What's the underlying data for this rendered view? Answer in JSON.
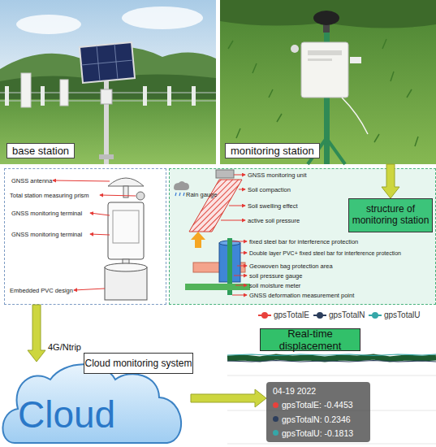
{
  "diagram": {
    "nodes": [
      {
        "text": [
          "base station"
        ]
      },
      {
        "text": [
          "monitoring station"
        ]
      },
      {
        "text": [
          "GNSS antenna",
          "Total station measuring prism",
          "GNSS monitoring terminal",
          "GNSS monitoring terminal",
          "Embedded PVC design"
        ]
      },
      {
        "text": [
          "GNSS monitoring unit",
          "Soil compaction",
          "Rain gauge",
          "Soil swelling effect",
          "active soil pressure",
          "fixed steel bar for interference protection",
          "Double layer PVC+ fixed steel bar for interference protection",
          "Geowoven bag protection area",
          "soil pressure gauge",
          "soil moisture meter",
          "GNSS deformation measurement point"
        ]
      },
      {
        "text": [
          "structure of monitoring station"
        ],
        "in": 3
      },
      {
        "text": [
          "Cloud monitoring system"
        ]
      },
      {
        "text": [
          "Cloud"
        ]
      },
      {
        "text": [
          "Real-time displacement"
        ]
      },
      {
        "text": [
          "04-19 2022",
          "gpsTotalE: -0.4453",
          "gpsTotalN: 0.2346",
          "gpsTotalU: -0.1813"
        ]
      }
    ],
    "edges": [
      {
        "from": 1,
        "to": 4,
        "arrow": "to"
      },
      {
        "from": 2,
        "to": 6,
        "label": "4G/Ntrip",
        "arrow": "to"
      },
      {
        "from": 6,
        "to": 8,
        "arrow": "to"
      }
    ],
    "legend": [
      {
        "text": "gpsTotalE",
        "color": "#e8413c"
      },
      {
        "text": "gpsTotalN",
        "color": "#2c3e5c"
      },
      {
        "text": "gpsTotalU",
        "color": "#35a7a8"
      }
    ]
  }
}
